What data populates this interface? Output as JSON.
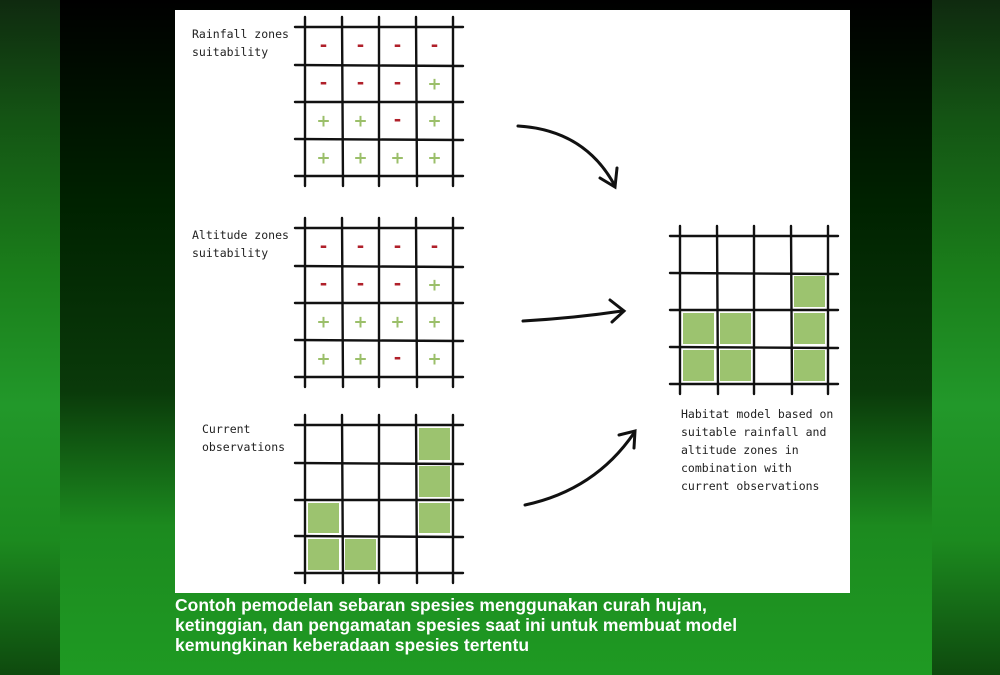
{
  "figure": {
    "rainfall_label": [
      "Rainfall zones",
      "suitability"
    ],
    "altitude_label": [
      "Altitude zones",
      "suitability"
    ],
    "observations_label": [
      "Current",
      "observations"
    ],
    "habitat_label": [
      "Habitat model based on",
      "suitable rainfall and",
      "altitude zones in",
      "combination with",
      "current observations"
    ],
    "rainfall_grid": [
      [
        "-",
        "-",
        "-",
        "-"
      ],
      [
        "-",
        "-",
        "-",
        "+"
      ],
      [
        "+",
        "+",
        "-",
        "+"
      ],
      [
        "+",
        "+",
        "+",
        "+"
      ]
    ],
    "altitude_grid": [
      [
        "-",
        "-",
        "-",
        "-"
      ],
      [
        "-",
        "-",
        "-",
        "+"
      ],
      [
        "+",
        "+",
        "+",
        "+"
      ],
      [
        "+",
        "+",
        "-",
        "+"
      ]
    ],
    "observations_grid": [
      [
        0,
        0,
        0,
        1
      ],
      [
        0,
        0,
        0,
        1
      ],
      [
        1,
        0,
        0,
        1
      ],
      [
        1,
        1,
        0,
        0
      ]
    ],
    "habitat_grid": [
      [
        0,
        0,
        0,
        0
      ],
      [
        0,
        0,
        0,
        1
      ],
      [
        1,
        1,
        0,
        1
      ],
      [
        1,
        1,
        0,
        1
      ]
    ],
    "colors": {
      "minus": "#b0202a",
      "plus": "#9bbf6a",
      "fill": "#9cc36f",
      "line": "#111111"
    }
  },
  "caption": [
    "Contoh pemodelan sebaran spesies menggunakan curah hujan,",
    "ketinggian, dan pengamatan spesies saat ini untuk membuat model",
    "kemungkinan keberadaan spesies tertentu"
  ]
}
